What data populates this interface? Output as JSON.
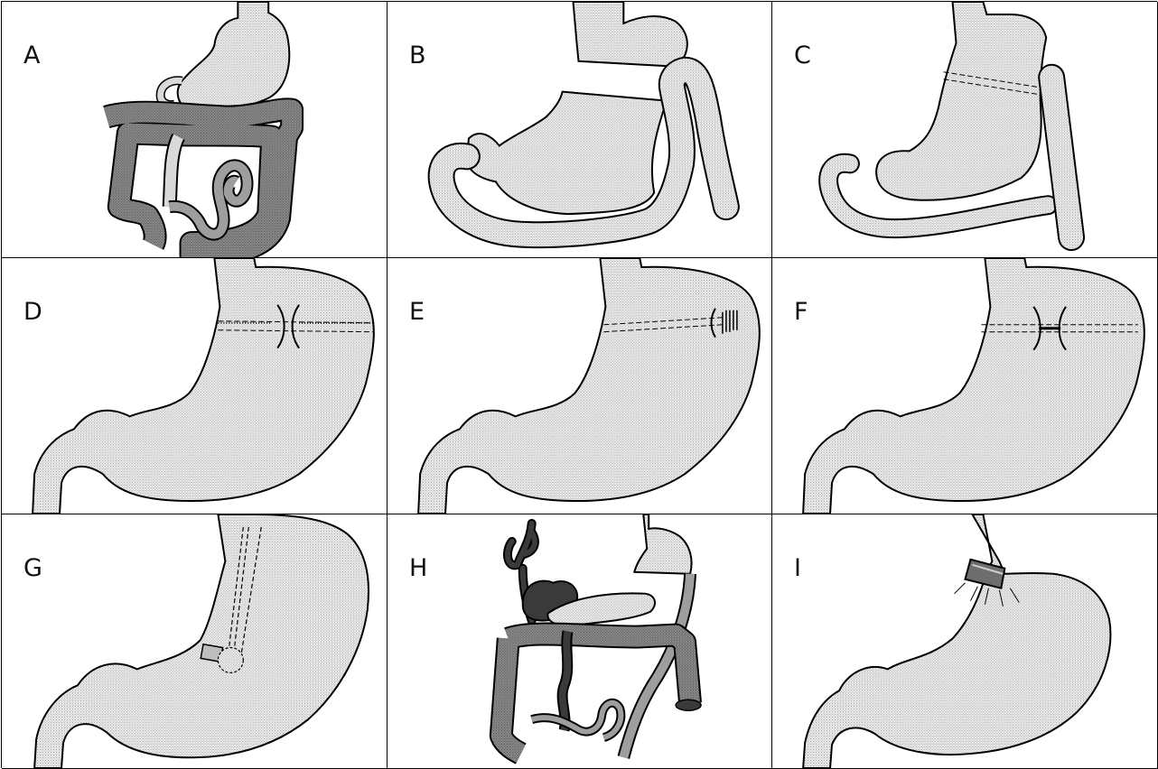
{
  "panels": [
    {
      "label": "A",
      "icon": "roux-en-y-gastric-bypass-illustration"
    },
    {
      "label": "B",
      "icon": "partitioned-stomach-bypass-illustration"
    },
    {
      "label": "C",
      "icon": "gastric-bypass-loop-illustration"
    },
    {
      "label": "D",
      "icon": "horizontal-gastroplasty-illustration"
    },
    {
      "label": "E",
      "icon": "gastroplasty-lateral-channel-illustration"
    },
    {
      "label": "F",
      "icon": "gastroplasty-central-channel-illustration"
    },
    {
      "label": "G",
      "icon": "vertical-banded-gastroplasty-illustration"
    },
    {
      "label": "H",
      "icon": "biliopancreatic-diversion-illustration"
    },
    {
      "label": "I",
      "icon": "adjustable-gastric-band-illustration"
    }
  ],
  "colors": {
    "stomach_fill": "#d9d9d9",
    "bowel_fill": "#7f7f7f",
    "dark_organ": "#3a3a3a",
    "outline": "#000000"
  }
}
